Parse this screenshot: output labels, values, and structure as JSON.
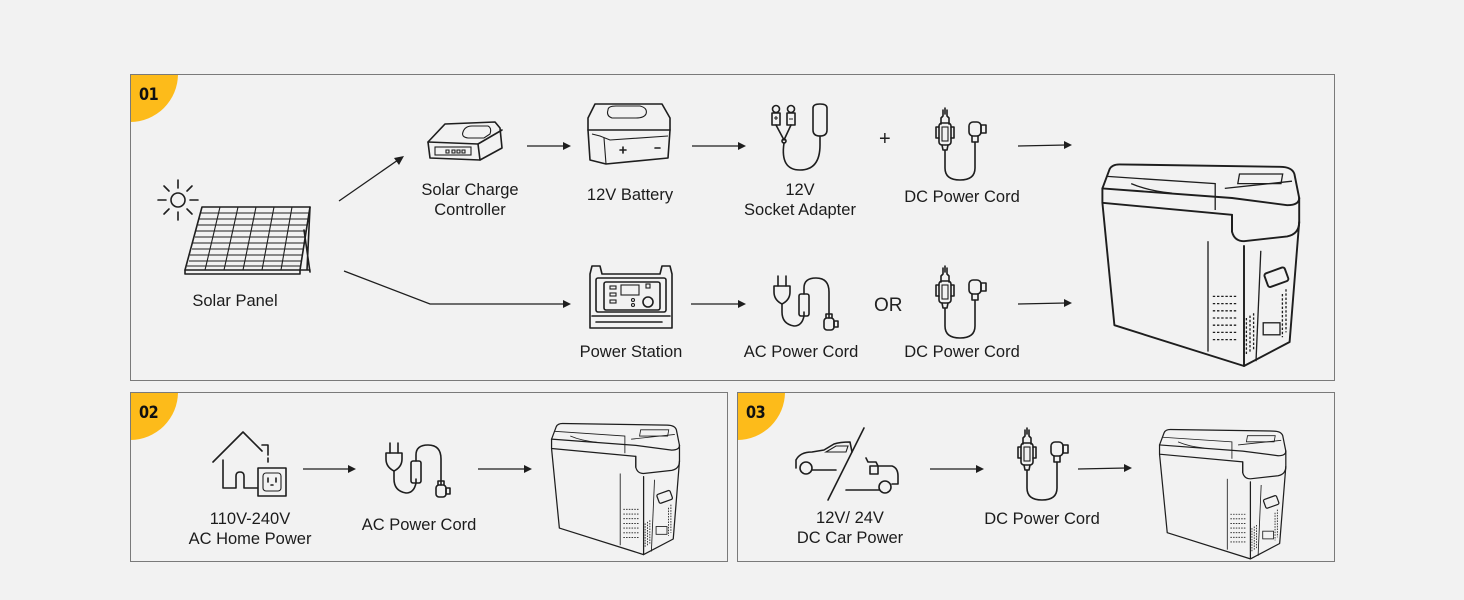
{
  "colors": {
    "background": "#f2f2f2",
    "border": "#7a7a7a",
    "badge": "#fdbb1a",
    "line": "#1e1e1e"
  },
  "sections": [
    {
      "badge": "01",
      "branch_top": {
        "source": {
          "icon": "solar-panel-icon",
          "label": "Solar Panel"
        },
        "steps": [
          {
            "icon": "solar-charge-controller-icon",
            "label_line1": "Solar Charge",
            "label_line2": "Controller"
          },
          {
            "icon": "battery-icon",
            "label": "12V Battery"
          },
          {
            "icon": "socket-adapter-icon",
            "label_line1": "12V",
            "label_line2": "Socket Adapter"
          },
          {
            "icon": "dc-power-cord-icon",
            "label": "DC Power Cord"
          }
        ],
        "operator": "+"
      },
      "branch_bottom": {
        "steps": [
          {
            "icon": "power-station-icon",
            "label": "Power Station"
          },
          {
            "icon": "ac-power-cord-icon",
            "label": "AC Power Cord"
          },
          {
            "icon": "dc-power-cord-icon",
            "label": "DC Power Cord"
          }
        ],
        "operator": "OR"
      },
      "target": {
        "icon": "portable-fridge-icon"
      }
    },
    {
      "badge": "02",
      "source": {
        "icon": "home-outlet-icon",
        "label_line1": "110V-240V",
        "label_line2": "AC Home Power"
      },
      "cord": {
        "icon": "ac-power-cord-icon",
        "label": "AC Power Cord"
      },
      "target": {
        "icon": "portable-fridge-icon"
      }
    },
    {
      "badge": "03",
      "source": {
        "icon": "car-truck-icon",
        "label_line1": "12V/ 24V",
        "label_line2": "DC Car Power"
      },
      "cord": {
        "icon": "dc-power-cord-icon",
        "label": "DC Power Cord"
      },
      "target": {
        "icon": "portable-fridge-icon"
      }
    }
  ]
}
